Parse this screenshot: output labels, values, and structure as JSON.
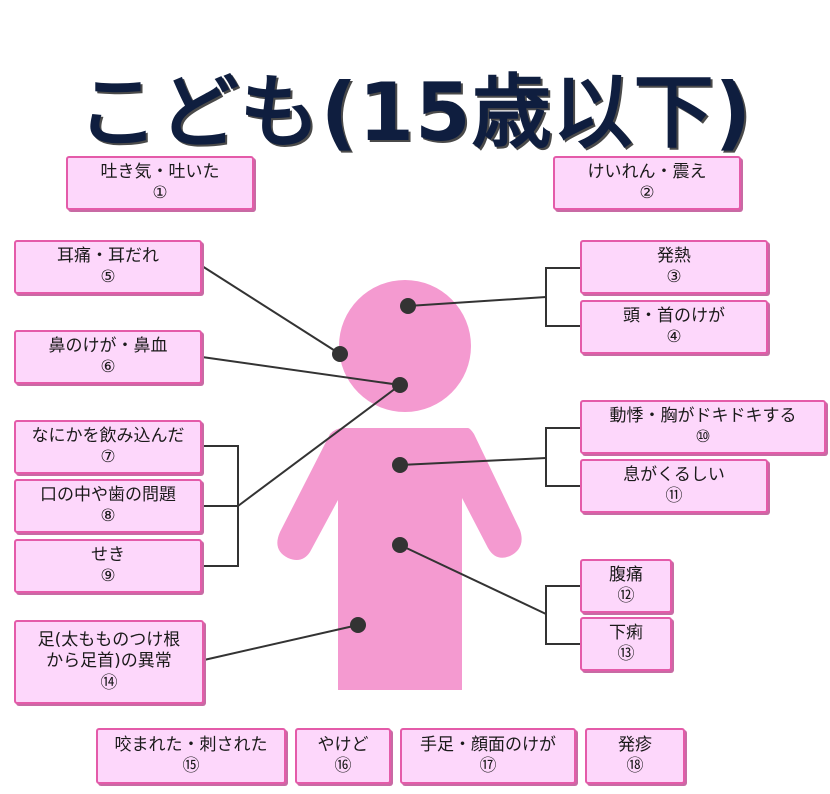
{
  "title": "こども(15歳以下)",
  "colors": {
    "figure": "#f49ad0",
    "box_bg": "#fdd7fb",
    "box_border": "#e45ba9",
    "title": "#0f1e3f",
    "line": "#333333"
  },
  "boxes": {
    "b1": {
      "label": "吐き気・吐いた",
      "num": "①"
    },
    "b2": {
      "label": "けいれん・震え",
      "num": "②"
    },
    "b3": {
      "label": "発熱",
      "num": "③"
    },
    "b4": {
      "label": "頭・首のけが",
      "num": "④"
    },
    "b5": {
      "label": "耳痛・耳だれ",
      "num": "⑤"
    },
    "b6": {
      "label": "鼻のけが・鼻血",
      "num": "⑥"
    },
    "b7": {
      "label": "なにかを飲み込んだ",
      "num": "⑦"
    },
    "b8": {
      "label": "口の中や歯の問題",
      "num": "⑧"
    },
    "b9": {
      "label": "せき",
      "num": "⑨"
    },
    "b10": {
      "label": "動悸・胸がドキドキする",
      "num": "⑩"
    },
    "b11": {
      "label": "息がくるしい",
      "num": "⑪"
    },
    "b12": {
      "label": "腹痛",
      "num": "⑫"
    },
    "b13": {
      "label": "下痢",
      "num": "⑬"
    },
    "b14": {
      "label": "足(太もものつけ根\nから足首)の異常",
      "num": "⑭"
    },
    "b15": {
      "label": "咬まれた・刺された",
      "num": "⑮"
    },
    "b16": {
      "label": "やけど",
      "num": "⑯"
    },
    "b17": {
      "label": "手足・顔面のけが",
      "num": "⑰"
    },
    "b18": {
      "label": "発疹",
      "num": "⑱"
    }
  }
}
